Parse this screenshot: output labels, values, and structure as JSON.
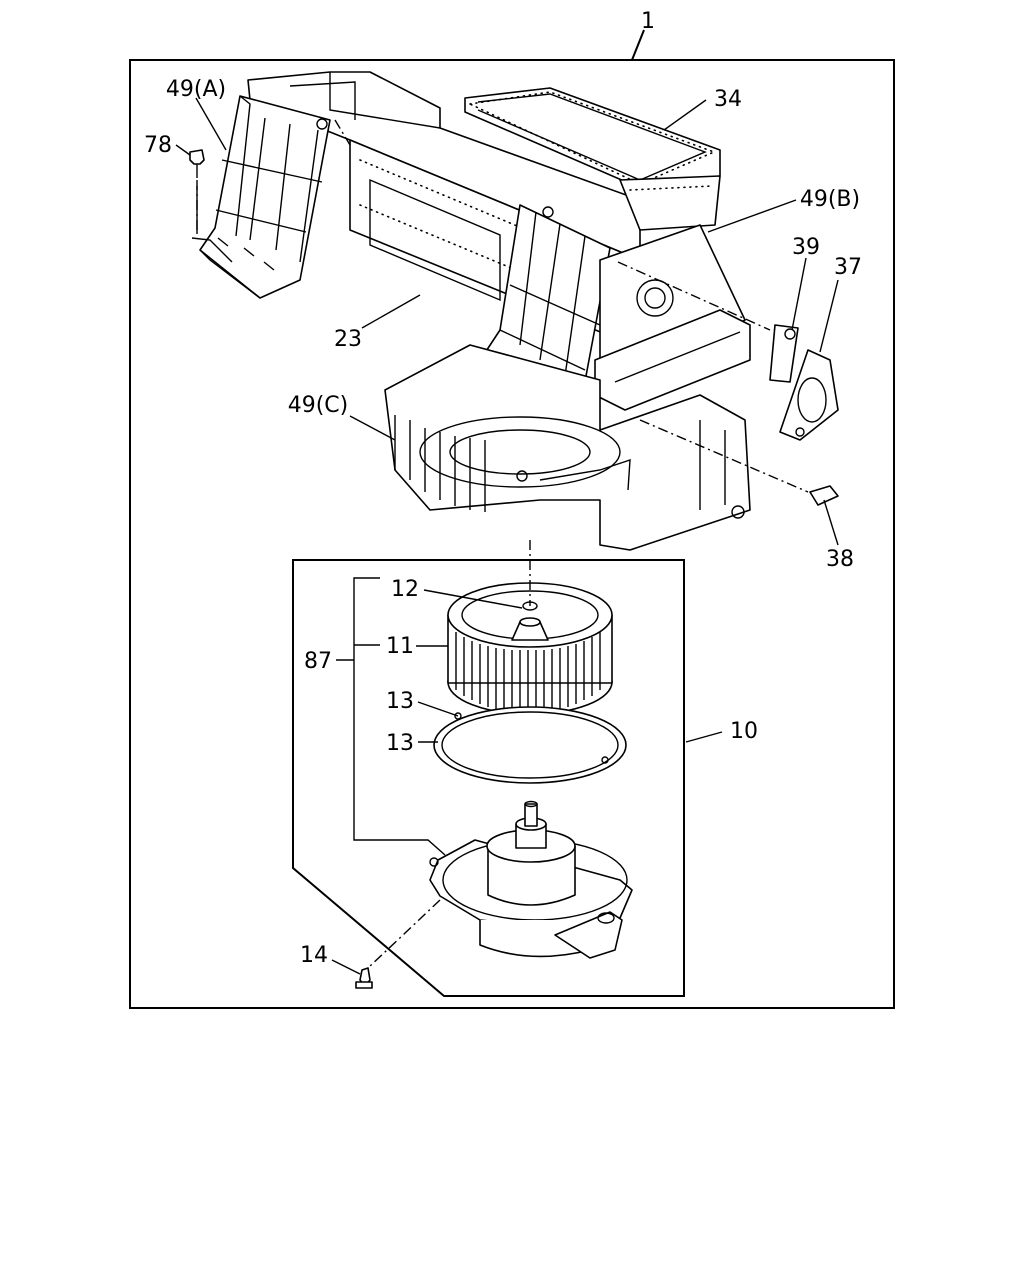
{
  "callouts": {
    "c1": "1",
    "c49a": "49(A)",
    "c78": "78",
    "c34": "34",
    "c49b": "49(B)",
    "c39": "39",
    "c37": "37",
    "c23": "23",
    "c49c": "49(C)",
    "c38": "38",
    "c12": "12",
    "c11": "11",
    "c87": "87",
    "c13a": "13",
    "c13b": "13",
    "c10": "10",
    "c14": "14"
  }
}
